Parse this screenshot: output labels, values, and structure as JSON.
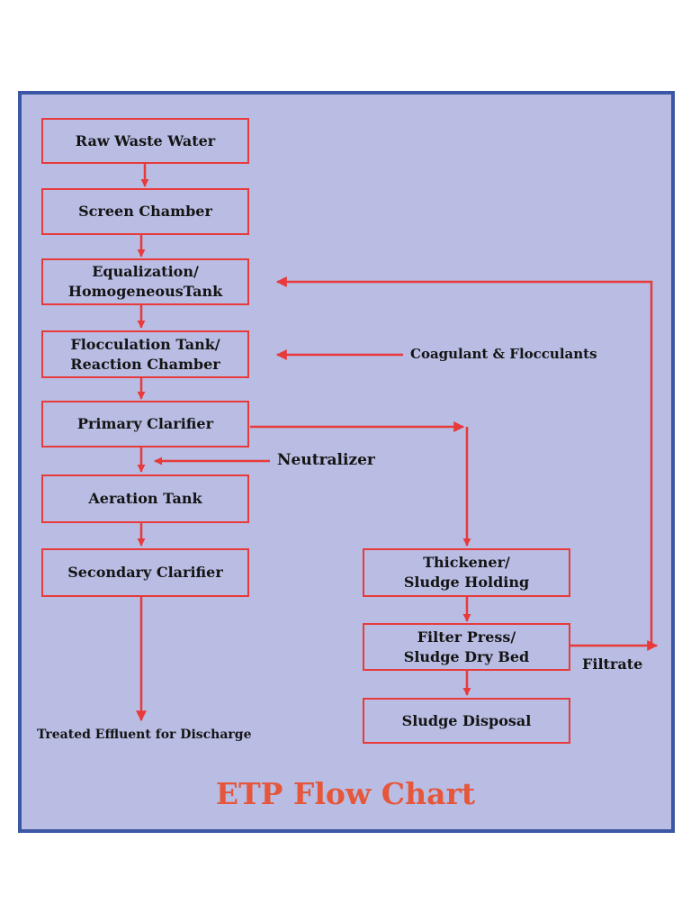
{
  "boxes": {
    "raw_waste_water": "Raw Waste Water",
    "screen_chamber": "Screen Chamber",
    "equalization": "Equalization/\nHomogeneousTank",
    "flocculation": "Flocculation Tank/\nReaction Chamber",
    "primary_clarifier": "Primary Clarifier",
    "aeration_tank": "Aeration Tank",
    "secondary_clarifier": "Secondary Clarifier",
    "thickener": "Thickener/\nSludge Holding",
    "filter_press": "Filter Press/\nSludge Dry Bed",
    "sludge_disposal": "Sludge Disposal"
  },
  "labels": {
    "coagulant": "Coagulant & Flocculants",
    "neutralizer": "Neutralizer",
    "filtrate": "Filtrate",
    "treated_effluent": "Treated Effluent for Discharge"
  },
  "title": "ETP Flow Chart",
  "colors": {
    "background": "#b9bde3",
    "frame": "#3a56a5",
    "arrow": "#e83a3a",
    "title": "#e5563a"
  }
}
